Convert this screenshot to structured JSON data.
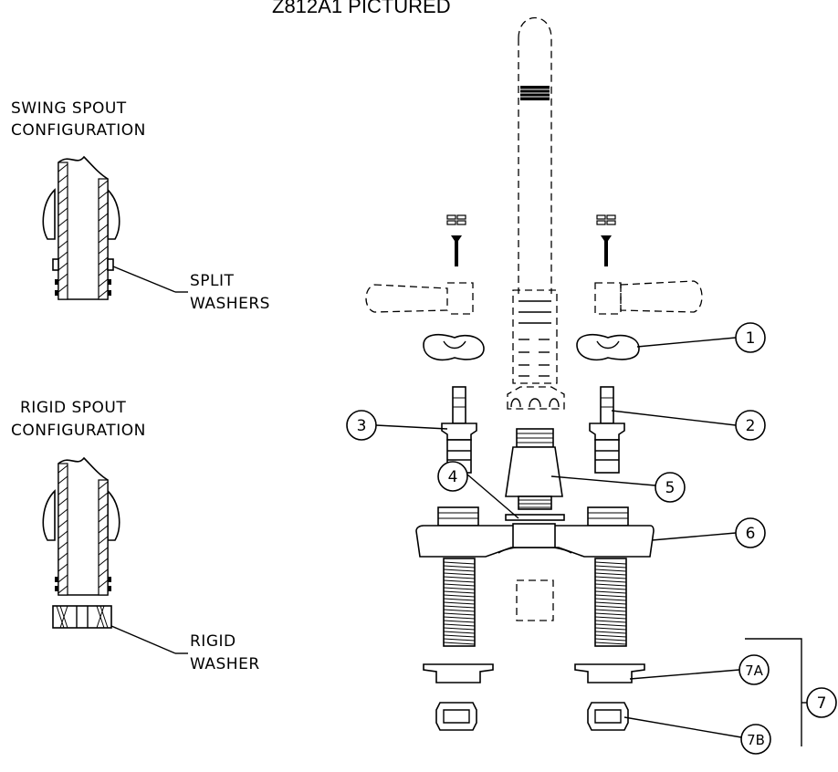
{
  "title": "Z812A1 PICTURED",
  "swing": {
    "line1": "SWING  SPOUT",
    "line2": "CONFIGURATION",
    "split1": "SPLIT",
    "split2": "WASHERS"
  },
  "rigid": {
    "line1": "RIGID  SPOUT",
    "line2": "CONFIGURATION",
    "rw1": "RIGID",
    "rw2": "WASHER"
  },
  "callouts": [
    "1",
    "2",
    "3",
    "4",
    "5",
    "6",
    "7A",
    "7B",
    "7"
  ]
}
